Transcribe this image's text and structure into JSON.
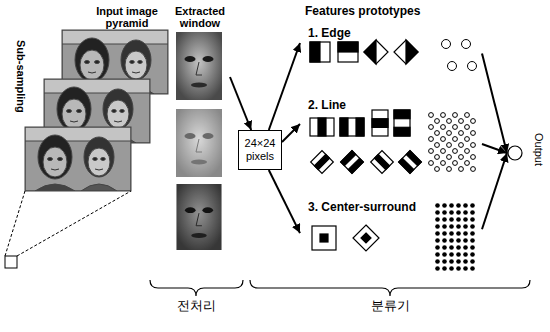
{
  "diagram": {
    "nodes": [
      {
        "text": [
          "Input image pyramid"
        ]
      },
      {
        "text": [
          "Extracted window"
        ]
      },
      {
        "text": [
          "24×24 pixels"
        ]
      },
      {
        "text": [
          "1. Edge"
        ]
      },
      {
        "text": [
          "2. Line"
        ]
      },
      {
        "text": [
          "3. Center-surround"
        ]
      },
      {
        "text": [
          "Output"
        ]
      }
    ],
    "edges": [
      {
        "from": 1,
        "to": 2,
        "arrow": "to"
      },
      {
        "from": 2,
        "to": 3,
        "arrow": "to"
      },
      {
        "from": 2,
        "to": 4,
        "arrow": "to"
      },
      {
        "from": 2,
        "to": 5,
        "arrow": "to"
      },
      {
        "from": 3,
        "to": 6,
        "arrow": "to"
      },
      {
        "from": 4,
        "to": 6,
        "arrow": "to"
      },
      {
        "from": 5,
        "to": 6,
        "arrow": "to"
      }
    ],
    "labels": [
      "Sub-sampling",
      "Features prototypes",
      "전처리",
      "분류기"
    ]
  }
}
